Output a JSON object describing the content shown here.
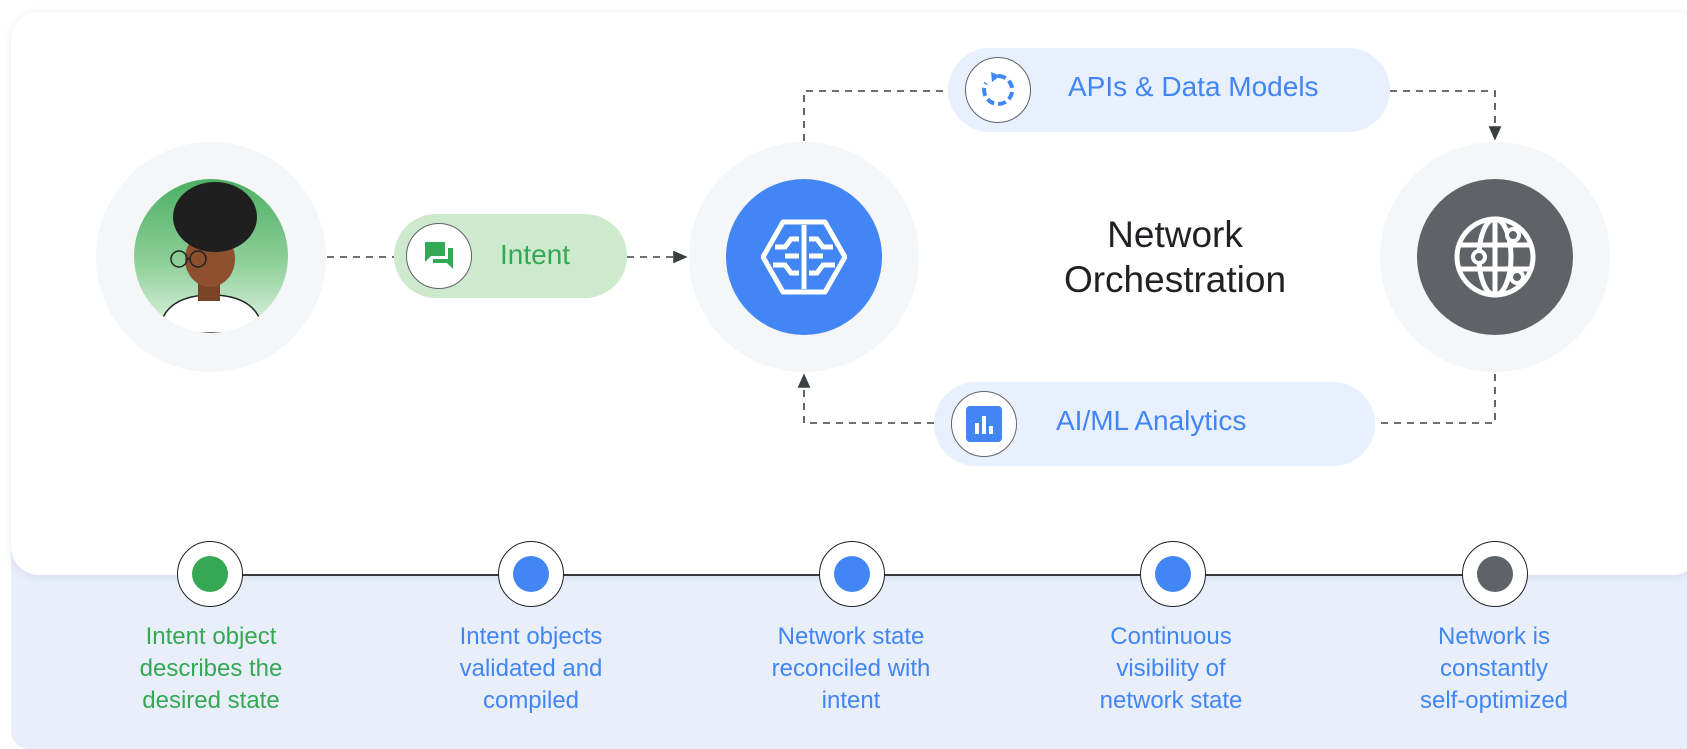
{
  "diagram": {
    "intent_pill": {
      "label": "Intent",
      "icon": "chat-icon"
    },
    "apis_pill": {
      "label": "APIs & Data Models",
      "icon": "refresh-icon"
    },
    "analytics_pill": {
      "label": "AI/ML Analytics",
      "icon": "bar-chart-icon"
    },
    "orchestration_title_line1": "Network",
    "orchestration_title_line2": "Orchestration",
    "user_node": {
      "icon": "person-avatar"
    },
    "orchestrator_node": {
      "icon": "brain-icon"
    },
    "network_node": {
      "icon": "globe-icon"
    }
  },
  "timeline": {
    "steps": [
      {
        "line1": "Intent object",
        "line2": "describes the",
        "line3": "desired state",
        "color": "#34a853"
      },
      {
        "line1": "Intent objects",
        "line2": "validated and",
        "line3": "compiled",
        "color": "#4285f4"
      },
      {
        "line1": "Network state",
        "line2": "reconciled with",
        "line3": "intent",
        "color": "#4285f4"
      },
      {
        "line1": "Continuous",
        "line2": "visibility of",
        "line3": "network state",
        "color": "#4285f4"
      },
      {
        "line1": "Network is",
        "line2": "constantly",
        "line3": "self-optimized",
        "color": "#5f6368"
      }
    ]
  },
  "colors": {
    "green": "#34a853",
    "green_light": "#cdeacf",
    "blue": "#4285f4",
    "blue_light": "#e8f0fe",
    "gray_dark": "#5f6368",
    "band": "#e8effb"
  }
}
